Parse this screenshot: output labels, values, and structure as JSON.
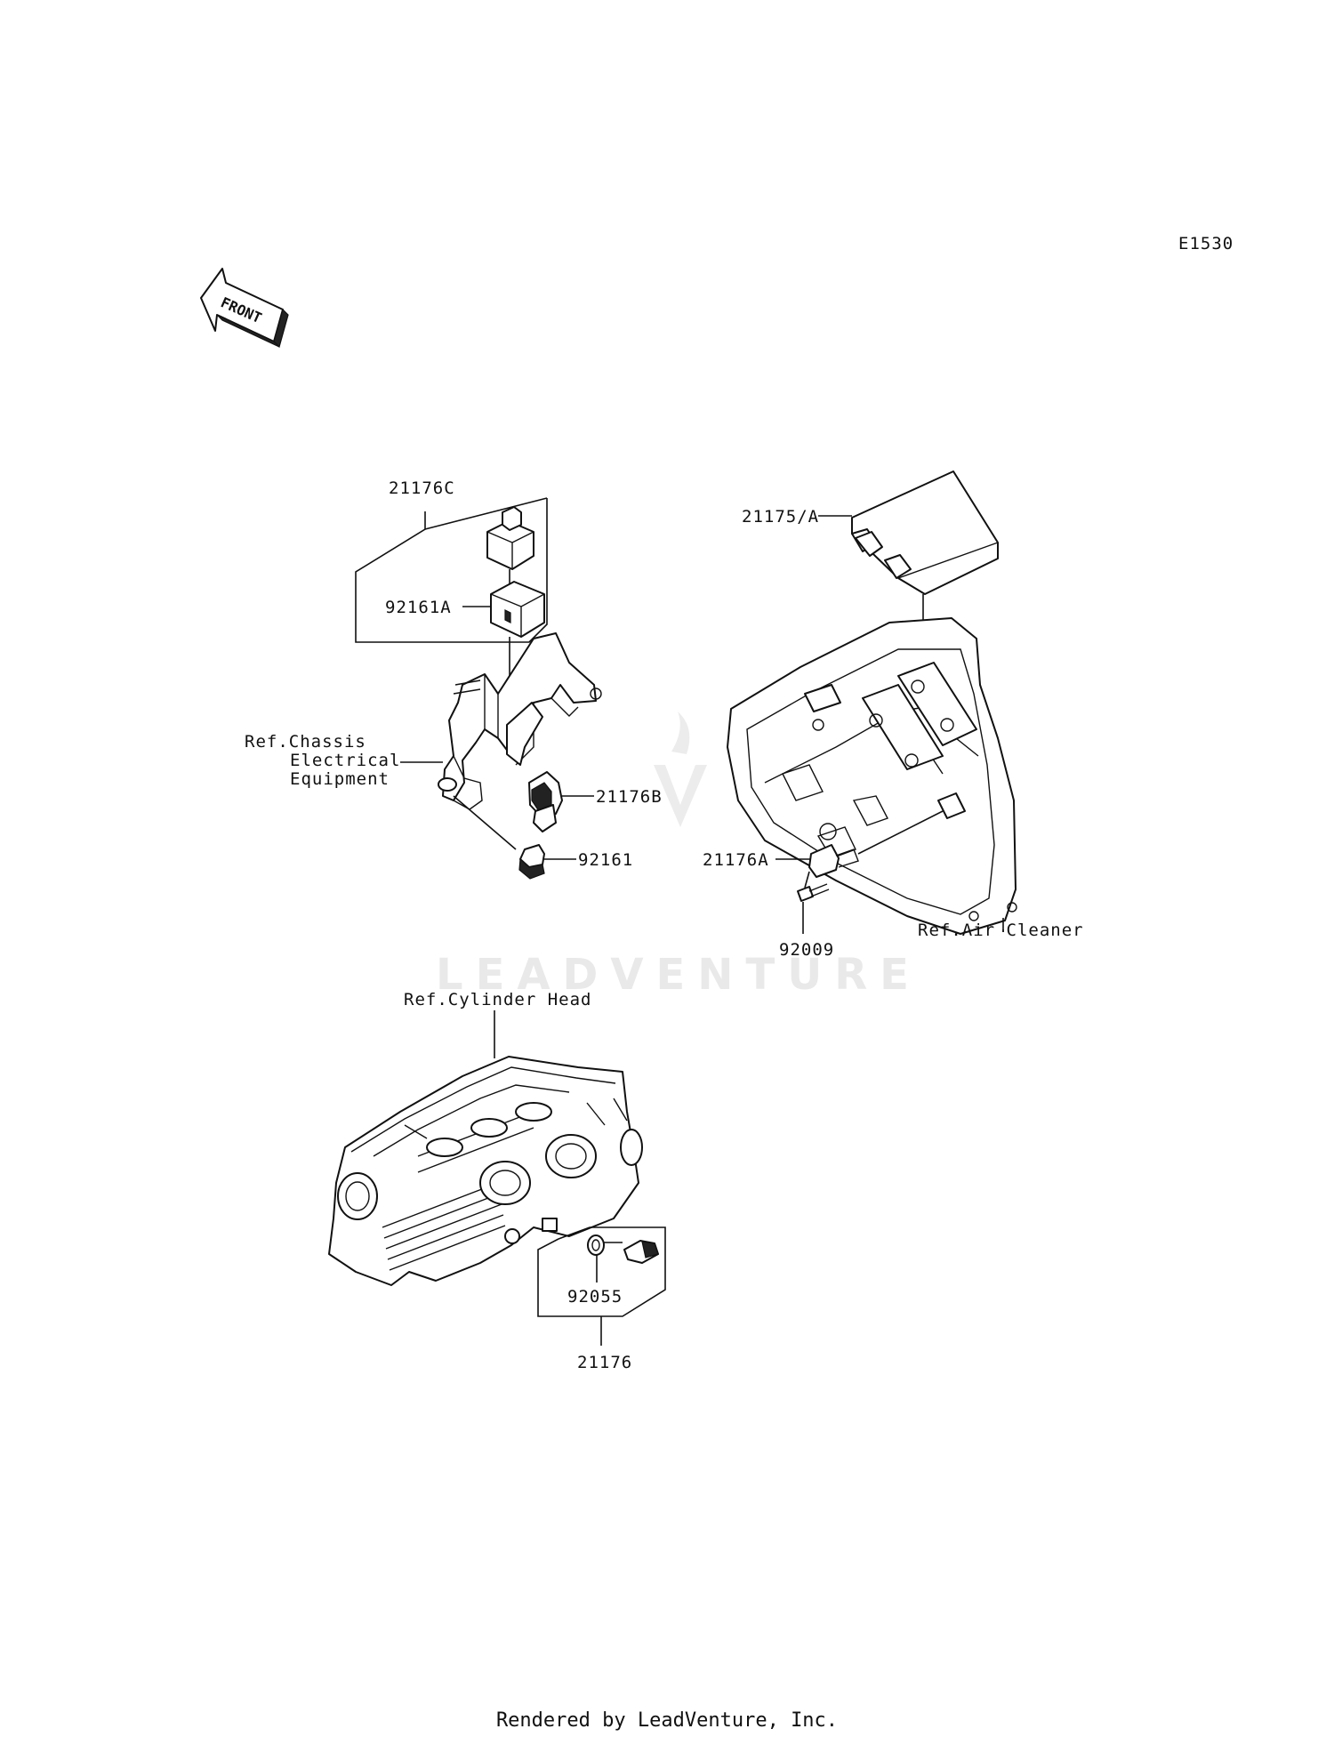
{
  "diagram_code": "E1530",
  "front_arrow_text": "FRONT",
  "callouts": {
    "p21176C": "21176C",
    "p92161A": "92161A",
    "ref_chassis_1": "Ref.Chassis",
    "ref_chassis_2": "Electrical",
    "ref_chassis_3": "Equipment",
    "p21176B": "21176B",
    "p92161": "92161",
    "p21175A": "21175/A",
    "p21176A": "21176A",
    "p92009": "92009",
    "ref_air_cleaner": "Ref.Air Cleaner",
    "ref_cylinder_head": "Ref.Cylinder Head",
    "p92055": "92055",
    "p21176": "21176"
  },
  "watermark": "LEADVENTURE",
  "footer": "Rendered by LeadVenture, Inc."
}
